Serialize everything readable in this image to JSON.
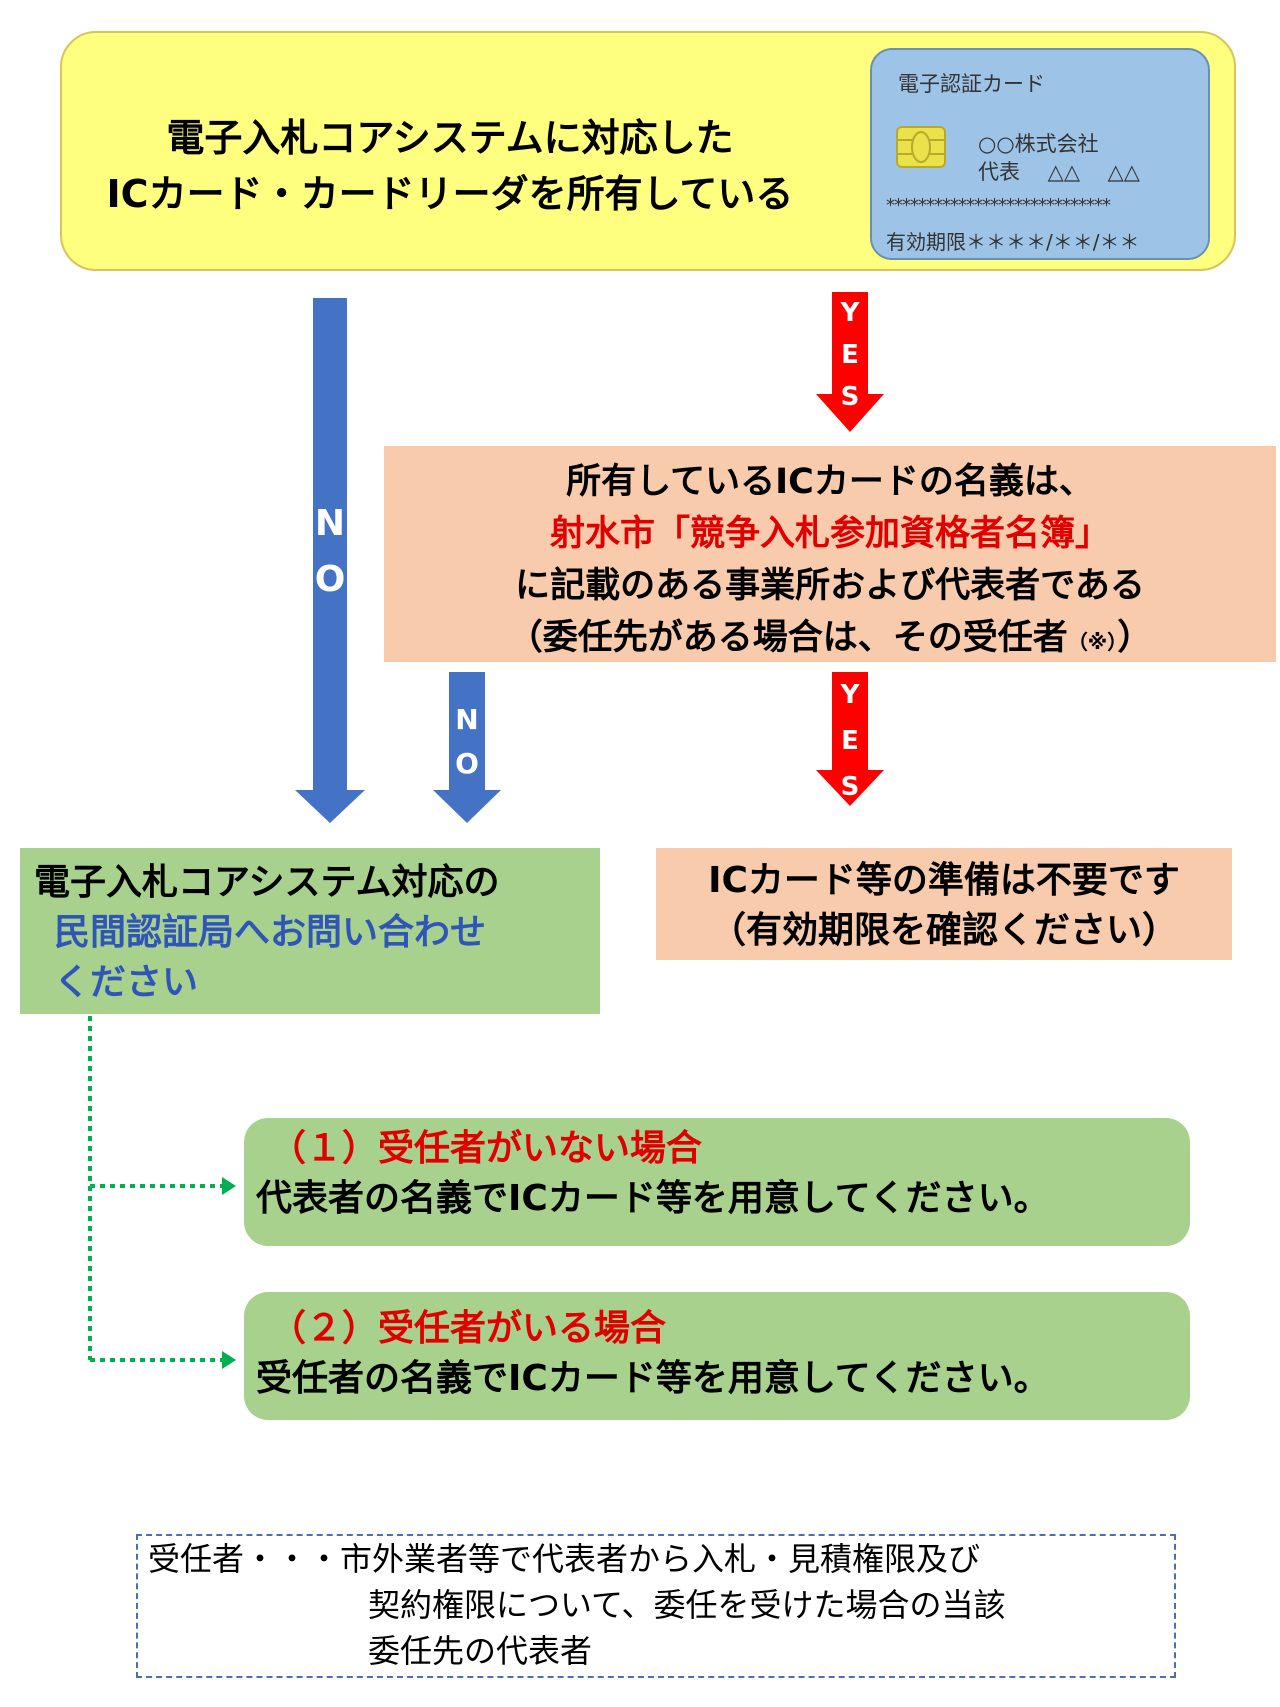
{
  "top_question": {
    "line1": "電子入札コアシステムに対応した",
    "line2": "ICカード・カードリーダを所有している"
  },
  "ic_card": {
    "title": "電子認証カード",
    "company": "○○株式会社",
    "representative": "代表　 △△　 △△",
    "masked_number": "****************************",
    "expiry": "有効期限＊＊＊＊/＊＊/＊＊"
  },
  "arrows": {
    "no_main": [
      "N",
      "O"
    ],
    "yes_1": [
      "Y",
      "E",
      "S"
    ],
    "no_2": [
      "N",
      "O"
    ],
    "yes_2": [
      "Y",
      "E",
      "S"
    ]
  },
  "owner_question": {
    "line1": "所有しているICカードの名義は、",
    "line2": "射水市「競争入札参加資格者名簿」",
    "line3": "に記載のある事業所および代表者である",
    "line4_main": "（委任先がある場合は、その受任者",
    "line4_note": "（※）",
    "line4_end": "）"
  },
  "cert_contact": {
    "line1": "電子入札コアシステム対応の",
    "line2": "民間認証局へお問い合わせ",
    "line3": "ください"
  },
  "no_prep": {
    "line1": "ICカード等の準備は不要です",
    "line2": "（有効期限を確認ください）"
  },
  "case1": {
    "title": "（１）受任者がいない場合",
    "body": "代表者の名義でICカード等を用意してください。"
  },
  "case2": {
    "title": "（２）受任者がいる場合",
    "body": "受任者の名義でICカード等を用意してください。"
  },
  "footnote": {
    "line1": "受任者・・・市外業者等で代表者から入札・見積権限及び",
    "line2": "契約権限について、委任を受けた場合の当該",
    "line3": "委任先の代表者"
  },
  "colors": {
    "top_box": "#ffff7f",
    "ic_card": "#9dc3e6",
    "salmon_box": "#f8cbad",
    "green_box": "#a9d18e",
    "arrow_blue": "#4472c4",
    "arrow_red": "#ff0000",
    "emphasis_red": "#e00000",
    "emphasis_blue": "#2f55b8",
    "dotted_green": "#00b050"
  }
}
